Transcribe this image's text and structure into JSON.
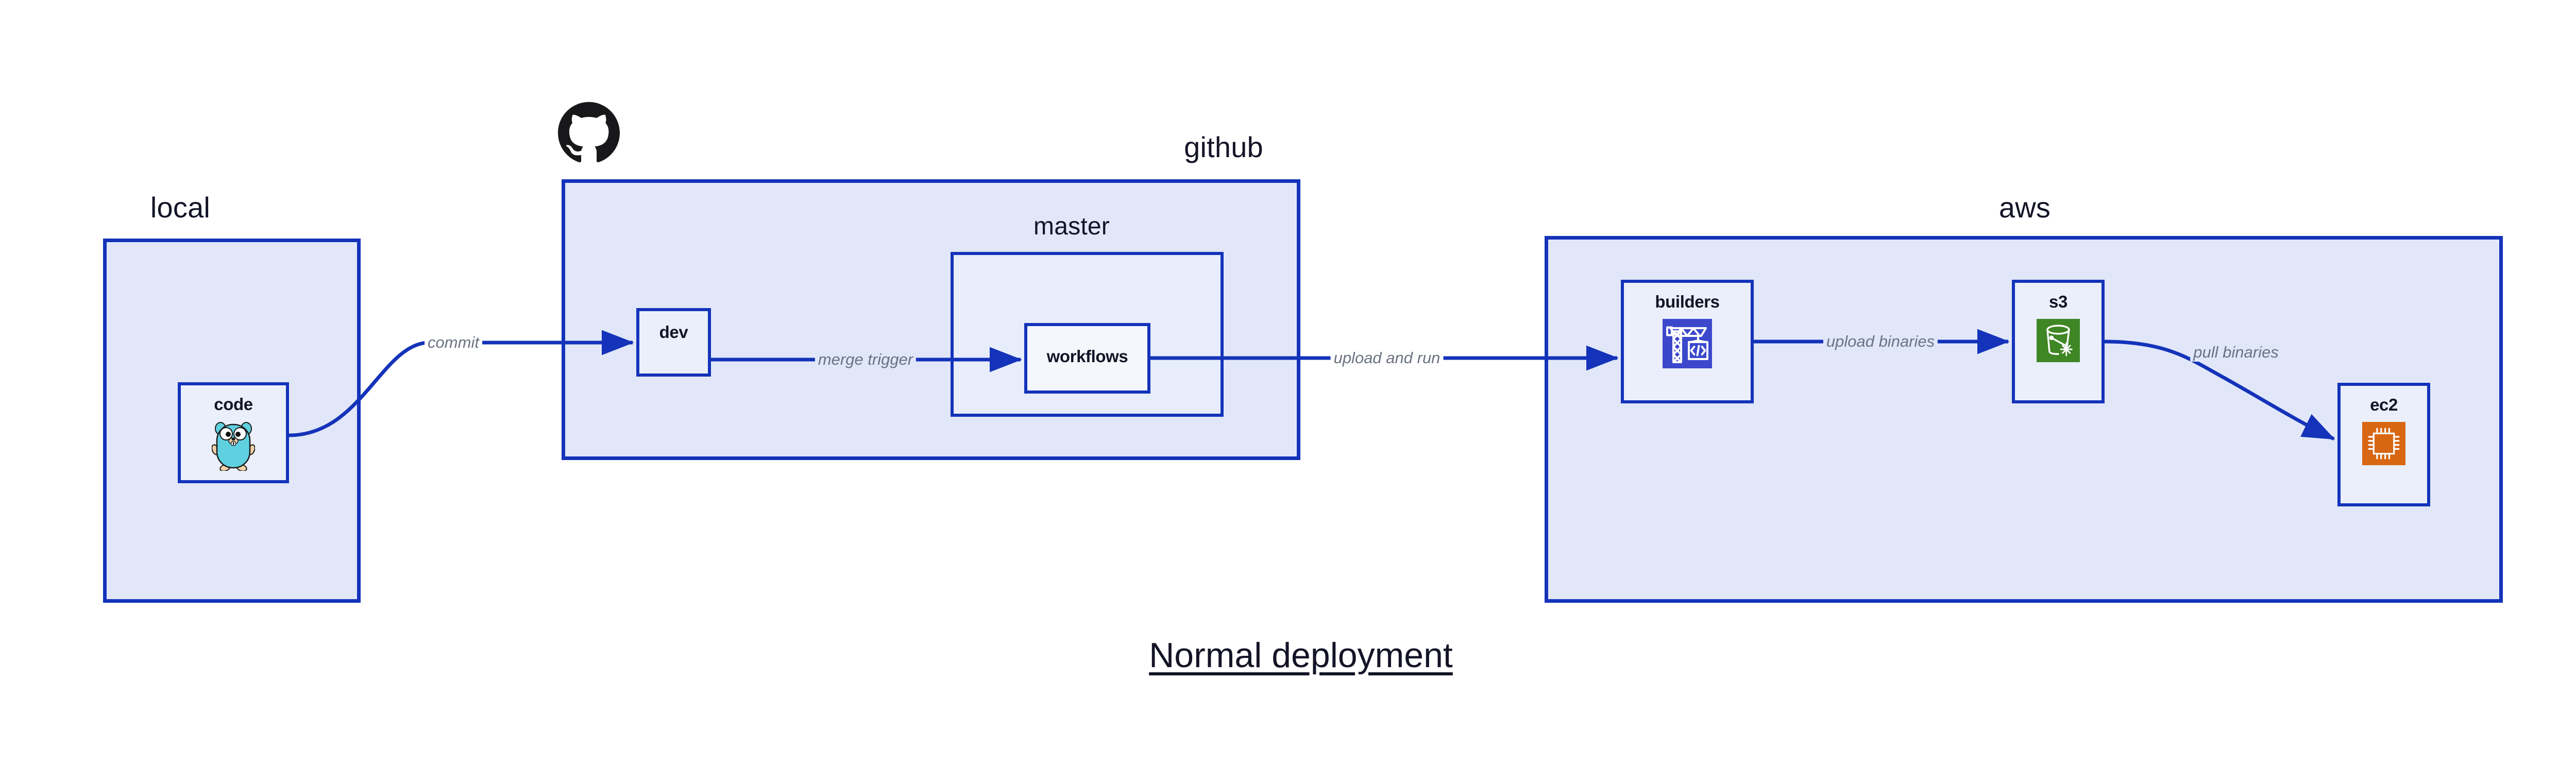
{
  "diagram": {
    "title": "Normal deployment",
    "title_color": "#131426",
    "accent_color": "#1433ba",
    "group_fill": "#e1e7f8",
    "node_fill": "#eaeffb",
    "edge_label_color": "#6b7280"
  },
  "groups": [
    {
      "id": "local",
      "label": "local"
    },
    {
      "id": "github",
      "label": "github"
    },
    {
      "id": "aws",
      "label": "aws"
    }
  ],
  "subgroups": [
    {
      "id": "master",
      "label": "master",
      "parent": "github"
    }
  ],
  "nodes": [
    {
      "id": "code",
      "label": "code",
      "icon": "go-gopher-icon",
      "group": "local"
    },
    {
      "id": "dev",
      "label": "dev",
      "icon": "none",
      "group": "github"
    },
    {
      "id": "workflows",
      "label": "workflows",
      "icon": "none",
      "group": "master"
    },
    {
      "id": "builders",
      "label": "builders",
      "icon": "aws-codebuild-icon",
      "group": "aws",
      "icon_color": "#3b48cc"
    },
    {
      "id": "s3",
      "label": "s3",
      "icon": "aws-s3-glacier-icon",
      "group": "aws",
      "icon_color": "#3f8624"
    },
    {
      "id": "ec2",
      "label": "ec2",
      "icon": "aws-ec2-icon",
      "group": "aws",
      "icon_color": "#d86613"
    }
  ],
  "edges": [
    {
      "id": "commit",
      "label": "commit",
      "from": "code",
      "to": "dev"
    },
    {
      "id": "merge-trigger",
      "label": "merge trigger",
      "from": "dev",
      "to": "workflows"
    },
    {
      "id": "upload-and-run",
      "label": "upload and run",
      "from": "workflows",
      "to": "builders"
    },
    {
      "id": "upload-binaries",
      "label": "upload binaries",
      "from": "builders",
      "to": "s3"
    },
    {
      "id": "pull-binaries",
      "label": "pull binaries",
      "from": "s3",
      "to": "ec2"
    }
  ],
  "logos": [
    {
      "id": "github-logo",
      "name": "github-octocat-icon",
      "color": "#18181b"
    }
  ]
}
